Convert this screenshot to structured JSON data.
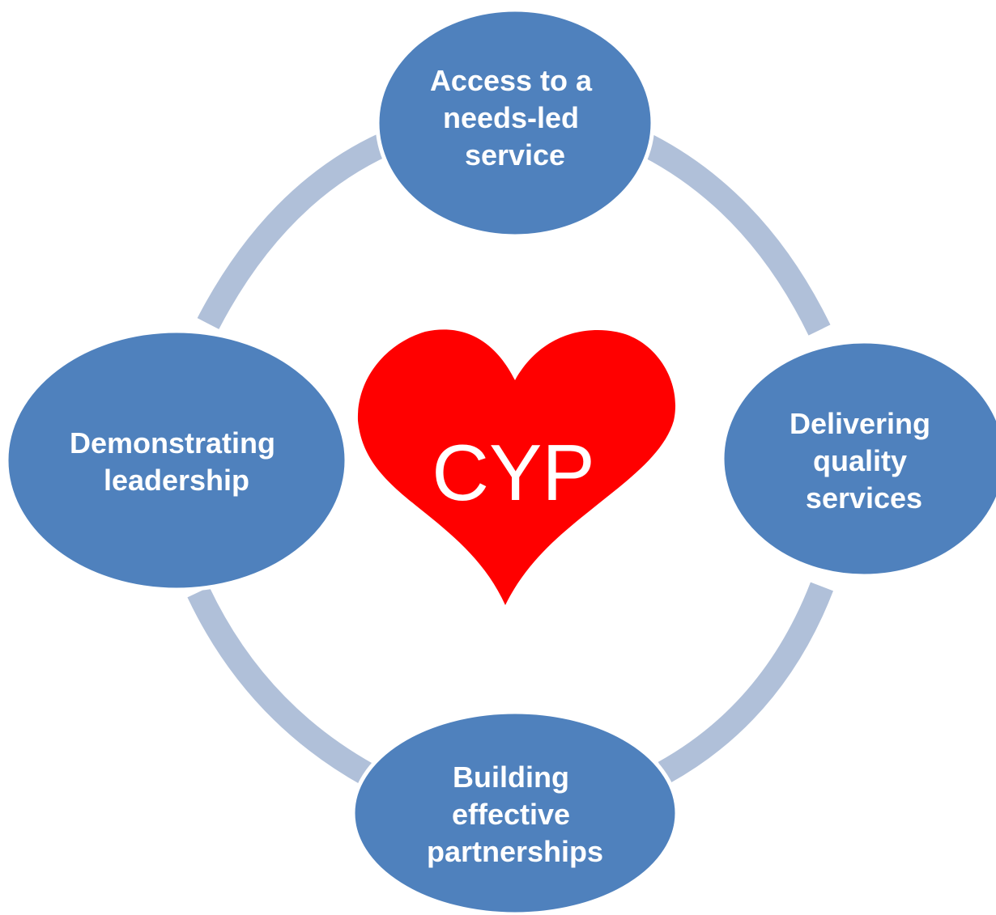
{
  "diagram": {
    "center_label": "CYP",
    "nodes": [
      {
        "id": "top",
        "lines": [
          "Access to a",
          "needs-led",
          "service"
        ]
      },
      {
        "id": "right",
        "lines": [
          "Delivering",
          "quality",
          "services"
        ]
      },
      {
        "id": "bottom",
        "lines": [
          "Building",
          "effective",
          "partnerships"
        ]
      },
      {
        "id": "left",
        "lines": [
          "Demonstrating",
          "leadership"
        ]
      }
    ]
  },
  "colors": {
    "node_fill": "#4F81BD",
    "node_stroke": "#FFFFFF",
    "ring": "#B0C0D9",
    "heart": "#FF0000",
    "text": "#FFFFFF"
  }
}
